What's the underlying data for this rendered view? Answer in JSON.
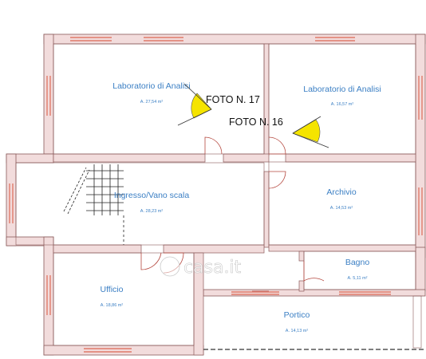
{
  "rooms": [
    {
      "id": "lab1",
      "name": "Laboratorio di Analisi",
      "area": "A. 27,54 m²"
    },
    {
      "id": "lab2",
      "name": "Laboratorio di Analisi",
      "area": "A. 16,57 m²"
    },
    {
      "id": "ingresso",
      "name": "Ingresso/Vano scala",
      "area": "A. 28,23 m²"
    },
    {
      "id": "archivio",
      "name": "Archivio",
      "area": "A. 14,53 m²"
    },
    {
      "id": "bagno",
      "name": "Bagno",
      "area": "A. 5,11 m²"
    },
    {
      "id": "ufficio",
      "name": "Ufficio",
      "area": "A. 18,86 m²"
    },
    {
      "id": "portico",
      "name": "Portico",
      "area": "A. 14,13 m²"
    }
  ],
  "photos": [
    {
      "label": "FOTO N. 17"
    },
    {
      "label": "FOTO N. 16"
    }
  ],
  "watermark": {
    "text": "casa.it"
  },
  "colors": {
    "wall_fill": "#f2dcdc",
    "wall_stroke": "#8a5a5a",
    "room_text": "#3b7fc4",
    "photo_marker": "#f5e400",
    "window": "#e07a6a"
  }
}
